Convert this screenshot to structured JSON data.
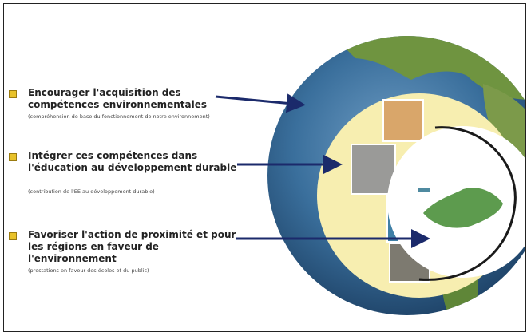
{
  "points": [
    {
      "title": "Encourager l'acquisition des compétences environnementales",
      "subtitle": "(compréhension de base du fonctionnement de notre environnement)"
    },
    {
      "title": "Intégrer ces compétences dans l'éducation au développement durable",
      "subtitle": "(contribution de l'EE au développement durable)"
    },
    {
      "title": "Favoriser l'action de proximité et pour les régions en faveur de l'environnement",
      "subtitle": "(prestations en faveur des écoles et du public)"
    }
  ],
  "colors": {
    "bullet": "#e8c22a",
    "ocean": "#2d5f8a",
    "land": "#5f8c3a",
    "inner_disc": "#f7eeb0",
    "arrow": "#1b2a6b"
  }
}
